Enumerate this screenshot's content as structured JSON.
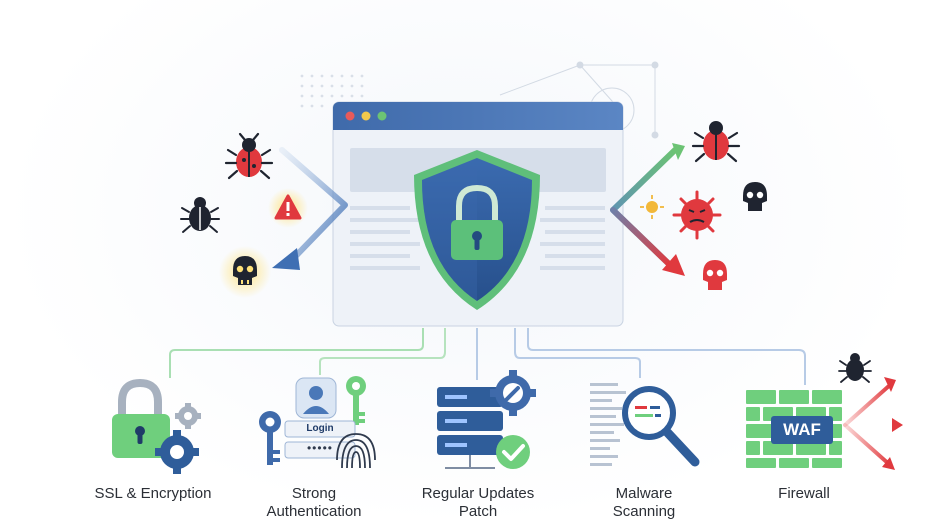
{
  "login_text": "Login",
  "password_mask": "•••••",
  "waf_text": "WAF",
  "items": [
    {
      "line1": "SSL & Encryption",
      "line2": ""
    },
    {
      "line1": "Strong",
      "line2": "Authentication"
    },
    {
      "line1": "Regular Updates",
      "line2": "Patch"
    },
    {
      "line1": "Malware",
      "line2": "Scanning"
    },
    {
      "line1": "Firewall",
      "line2": ""
    }
  ],
  "colors": {
    "shield": "#2f5d9a",
    "shield_border": "#5fbf7a",
    "lock": "#5cc07a",
    "threat_red": "#e0393e",
    "arrow_blue": "#4a78b8",
    "arrow_green": "#5dbb6a",
    "skull": "#1f2430",
    "waf_brick": "#6fcf7d"
  }
}
